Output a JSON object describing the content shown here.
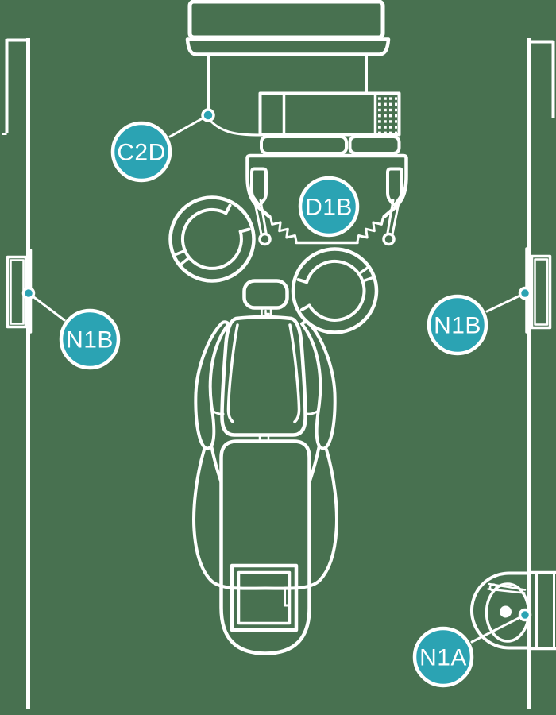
{
  "colors": {
    "background": "#487150",
    "line": "#ffffff",
    "accent": "#2ba3b3"
  },
  "callouts": {
    "c2d": {
      "label": "C2D"
    },
    "d1b": {
      "label": "D1B"
    },
    "n1b_left": {
      "label": "N1B"
    },
    "n1b_right": {
      "label": "N1B"
    },
    "n1a": {
      "label": "N1A"
    }
  }
}
